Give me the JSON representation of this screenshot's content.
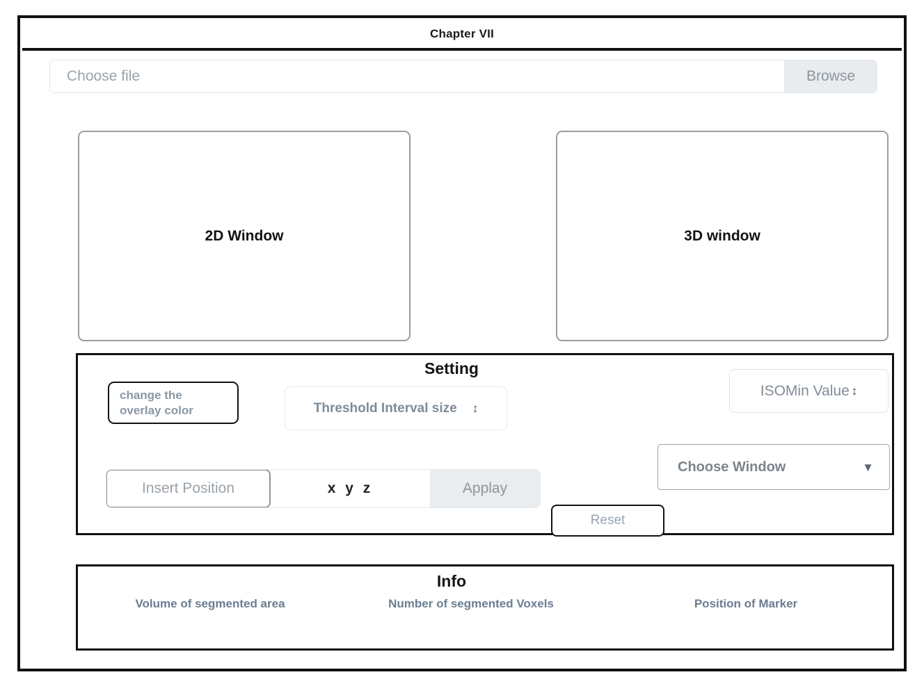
{
  "window": {
    "title": "Chapter VII"
  },
  "file_chooser": {
    "placeholder": "Choose file",
    "browse_label": "Browse"
  },
  "viewports": [
    {
      "name": "2d",
      "label": "2D Window"
    },
    {
      "name": "3d",
      "label": "3D window"
    }
  ],
  "setting": {
    "heading": "Setting",
    "overlay_color_button": {
      "line1": "change the",
      "line2": "overlay color"
    },
    "threshold_select": {
      "label": "Threshold Interval size",
      "spinner_icon": "⇅",
      "spinner_glyph": "↕"
    },
    "isomin_select": {
      "label": "ISOMin Value",
      "spinner_glyph": "↕"
    },
    "choose_window_select": {
      "label": "Choose Window",
      "caret_glyph": "▼"
    },
    "position_group": {
      "insert_position_label": "Insert Position",
      "xyz_value": "x y z",
      "apply_label": "Applay"
    },
    "reset_button_label": "Reset"
  },
  "info": {
    "heading": "Info",
    "cells": [
      "Volume of segmented area",
      "Number of segmented Voxels",
      "Position of Marker"
    ]
  },
  "colors": {
    "frame": "#111111",
    "viewport_border": "#9c9c9c",
    "muted_text": "#9aa2a9",
    "accent_text": "#6b7d91",
    "button_fill": "#e8ecef"
  }
}
